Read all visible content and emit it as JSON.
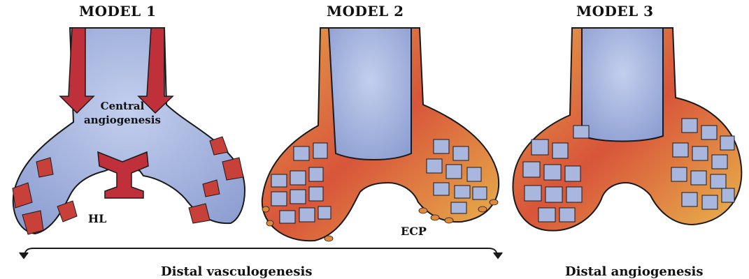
{
  "titles": {
    "model1": "MODEL 1",
    "model2": "MODEL 2",
    "model3": "MODEL 3"
  },
  "labels": {
    "central_line1": "Central",
    "central_line2": "angiogenesis",
    "hl": "HL",
    "ecp": "ECP"
  },
  "captions": {
    "distal_vasculogenesis": "Distal vasculogenesis",
    "distal_angiogenesis": "Distal angiogenesis"
  },
  "colors": {
    "bone_blue": "#a9b7df",
    "vessel_red": "#c0303a",
    "vessel_orange": "#e07a2e",
    "outline": "#1a1a1a"
  }
}
